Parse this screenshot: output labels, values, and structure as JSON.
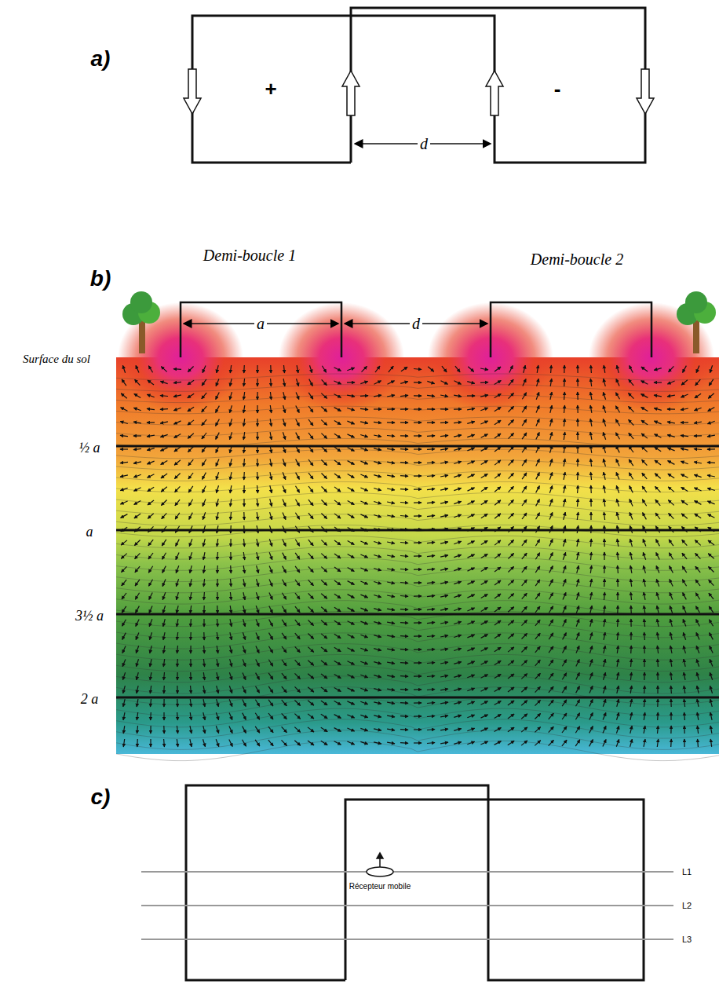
{
  "diagram": {
    "labels": [
      "a)",
      "+",
      "-",
      "d",
      "b)",
      "Demi-boucle 1",
      "Demi-boucle 2",
      "a",
      "d",
      "Surface du sol",
      "½ a",
      "a",
      "3½ a",
      "2 a",
      "c)",
      "Récepteur mobile",
      "L1",
      "L2",
      "L3"
    ]
  }
}
